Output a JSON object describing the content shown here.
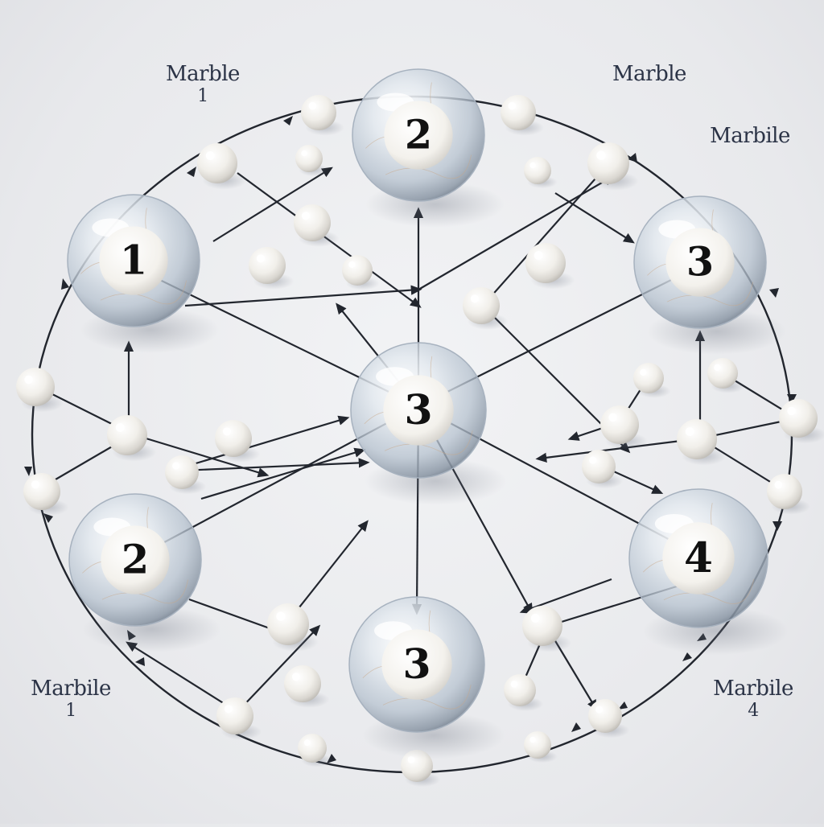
{
  "labels": {
    "top_left": {
      "line1": "Marble",
      "line2": "1"
    },
    "top_center": {
      "line1": "Marble",
      "line2": ""
    },
    "top_right": {
      "line1": "Marbile",
      "line2": ""
    },
    "bottom_left": {
      "line1": "Marbile",
      "line2": "1"
    },
    "bottom_right": {
      "line1": "Marbile",
      "line2": "4"
    }
  },
  "marbles": [
    {
      "id": "m-top",
      "number": "2"
    },
    {
      "id": "m-left",
      "number": "1"
    },
    {
      "id": "m-right",
      "number": "3"
    },
    {
      "id": "m-center",
      "number": "3"
    },
    {
      "id": "m-bottom-left",
      "number": "2"
    },
    {
      "id": "m-bottom-right",
      "number": "4"
    },
    {
      "id": "m-bottom",
      "number": "3"
    }
  ],
  "colors": {
    "line": "#22262e",
    "pearl": "#f4f2ee",
    "glass_edge": "#b9c3cf",
    "label_text": "#2b3346"
  }
}
